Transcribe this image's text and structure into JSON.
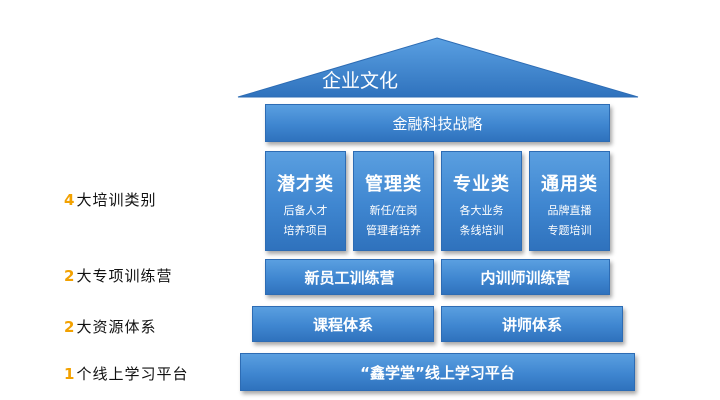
{
  "roof": {
    "label": "企业文化"
  },
  "strategy": {
    "label": "金融科技战略"
  },
  "pillars": [
    {
      "title": "潜才类",
      "lines": [
        "后备人才",
        "培养项目"
      ]
    },
    {
      "title": "管理类",
      "lines": [
        "新任/在岗",
        "管理者培养"
      ]
    },
    {
      "title": "专业类",
      "lines": [
        "各大业务",
        "条线培训"
      ]
    },
    {
      "title": "通用类",
      "lines": [
        "品牌直播",
        "专题培训"
      ]
    }
  ],
  "camps": [
    "新员工训练营",
    "内训师训练营"
  ],
  "systems": [
    "课程体系",
    "讲师体系"
  ],
  "platform": {
    "label": "“鑫学堂”线上学习平台"
  },
  "side_labels": [
    {
      "num": "4",
      "text": "大培训类别"
    },
    {
      "num": "2",
      "text": "大专项训练营"
    },
    {
      "num": "2",
      "text": "大资源体系"
    },
    {
      "num": "1",
      "text": "个线上学习平台"
    }
  ],
  "colors": {
    "block": "#3f86d0",
    "accent_number": "#f2a100",
    "label_text": "#111111"
  }
}
